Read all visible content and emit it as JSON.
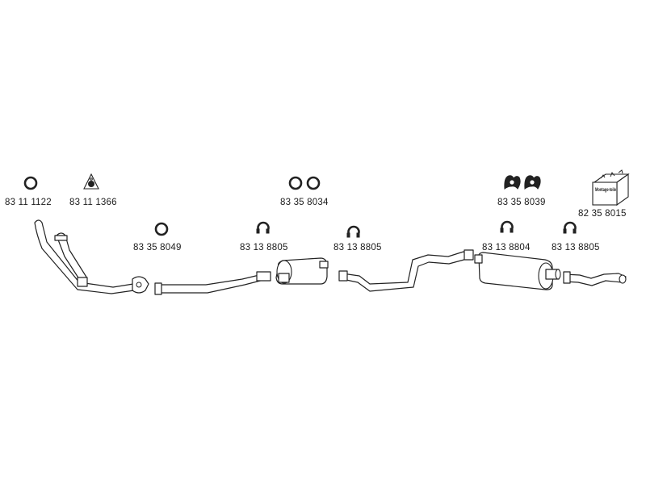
{
  "parts": [
    {
      "id": "seal-ring",
      "number": "83 11 1122"
    },
    {
      "id": "flange-gasket",
      "number": "83 11 1366"
    },
    {
      "id": "double-seal-ring",
      "number": "83 35 8034"
    },
    {
      "id": "rubber-mounts",
      "number": "83 35 8039"
    },
    {
      "id": "mounting-kit",
      "number": "82 35 8015",
      "box_text": "Montage-teile"
    },
    {
      "id": "seal-ring-2",
      "number": "83 35 8049"
    },
    {
      "id": "clamp-1",
      "number": "83 13 8805"
    },
    {
      "id": "clamp-2",
      "number": "83 13 8805"
    },
    {
      "id": "clamp-3",
      "number": "83 13 8804"
    },
    {
      "id": "clamp-4",
      "number": "83 13 8805"
    }
  ]
}
